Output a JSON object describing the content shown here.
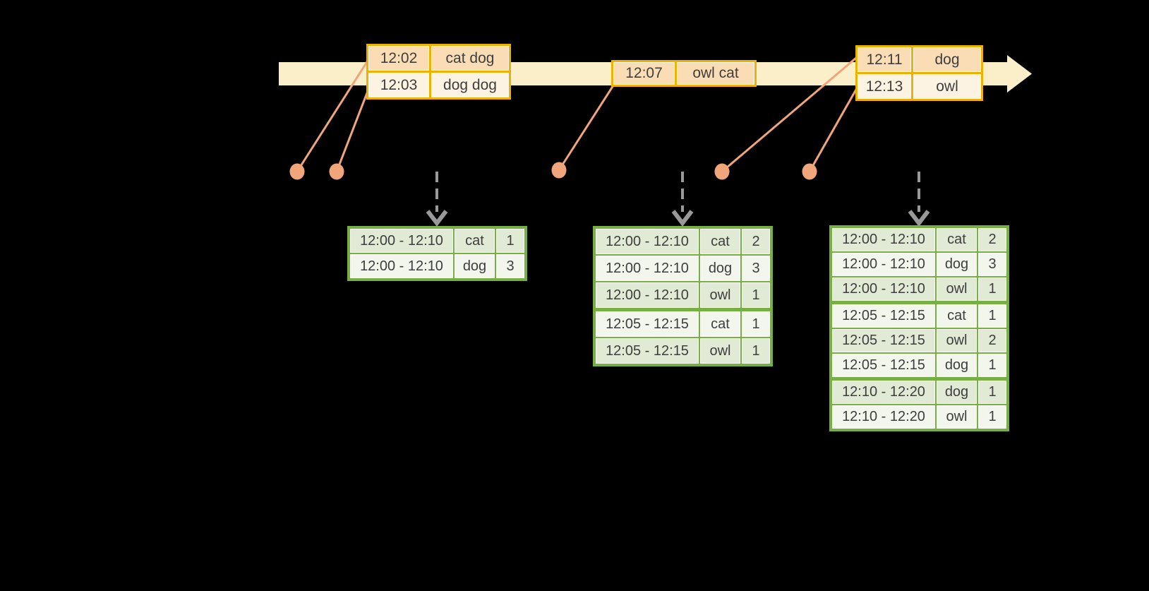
{
  "colors": {
    "bg": "#000000",
    "band": "#FAEFC9",
    "gold": "#F0B000",
    "peach": "#FADCB5",
    "cream": "#FDF3E2",
    "salmon": "#F0A57B",
    "arrow_gray": "#999999",
    "green": "#76B043",
    "row_green": "#E1EAD5",
    "row_white": "#F2F6EC",
    "text": "#3E3E3E"
  },
  "icons": {
    "timeline_arrow": "right-pointing-band-arrow",
    "event_dot": "filled-circle",
    "trigger_arrow": "dashed-down-arrow"
  },
  "timeline": {
    "batches": [
      {
        "rows": [
          {
            "time": "12:02",
            "words": "cat dog"
          },
          {
            "time": "12:03",
            "words": "dog dog"
          }
        ]
      },
      {
        "rows": [
          {
            "time": "12:07",
            "words": "owl cat"
          }
        ]
      },
      {
        "rows": [
          {
            "time": "12:11",
            "words": "dog"
          },
          {
            "time": "12:13",
            "words": "owl"
          }
        ]
      }
    ]
  },
  "results": [
    {
      "rows": [
        {
          "window": "12:00 - 12:10",
          "word": "cat",
          "count": "1"
        },
        {
          "window": "12:00 - 12:10",
          "word": "dog",
          "count": "3"
        }
      ]
    },
    {
      "rows": [
        {
          "window": "12:00 - 12:10",
          "word": "cat",
          "count": "2"
        },
        {
          "window": "12:00 - 12:10",
          "word": "dog",
          "count": "3"
        },
        {
          "window": "12:00 - 12:10",
          "word": "owl",
          "count": "1"
        },
        {
          "window": "12:05 - 12:15",
          "word": "cat",
          "count": "1"
        },
        {
          "window": "12:05 - 12:15",
          "word": "owl",
          "count": "1"
        }
      ]
    },
    {
      "rows": [
        {
          "window": "12:00 - 12:10",
          "word": "cat",
          "count": "2"
        },
        {
          "window": "12:00 - 12:10",
          "word": "dog",
          "count": "3"
        },
        {
          "window": "12:00 - 12:10",
          "word": "owl",
          "count": "1"
        },
        {
          "window": "12:05 - 12:15",
          "word": "cat",
          "count": "1"
        },
        {
          "window": "12:05 - 12:15",
          "word": "owl",
          "count": "2"
        },
        {
          "window": "12:05 - 12:15",
          "word": "dog",
          "count": "1"
        },
        {
          "window": "12:10 - 12:20",
          "word": "dog",
          "count": "1"
        },
        {
          "window": "12:10 - 12:20",
          "word": "owl",
          "count": "1"
        }
      ]
    }
  ]
}
